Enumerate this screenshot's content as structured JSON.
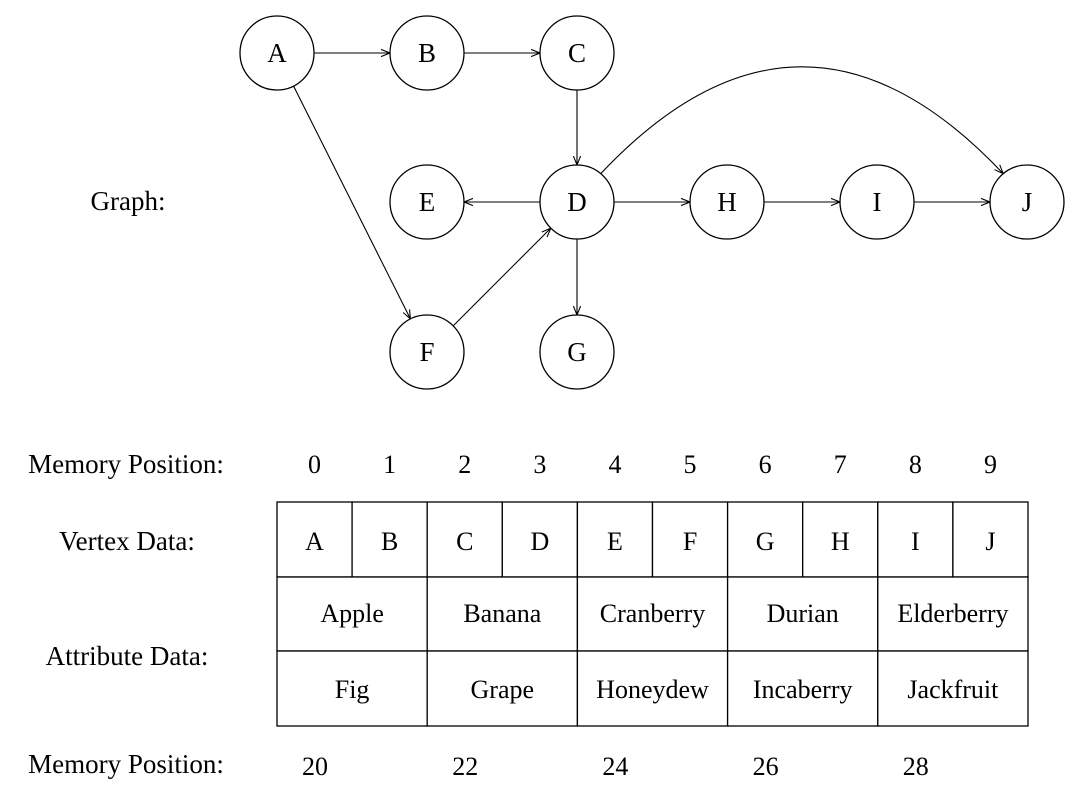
{
  "graph": {
    "label": "Graph:",
    "nodes": [
      "A",
      "B",
      "C",
      "D",
      "E",
      "F",
      "G",
      "H",
      "I",
      "J"
    ],
    "edges": [
      {
        "from": "A",
        "to": "B"
      },
      {
        "from": "B",
        "to": "C"
      },
      {
        "from": "C",
        "to": "D"
      },
      {
        "from": "A",
        "to": "F"
      },
      {
        "from": "F",
        "to": "D"
      },
      {
        "from": "D",
        "to": "E"
      },
      {
        "from": "D",
        "to": "G"
      },
      {
        "from": "D",
        "to": "H"
      },
      {
        "from": "H",
        "to": "I"
      },
      {
        "from": "I",
        "to": "J"
      },
      {
        "from": "D",
        "to": "J"
      }
    ]
  },
  "memory": {
    "top_label": "Memory Position:",
    "top_positions": [
      "0",
      "1",
      "2",
      "3",
      "4",
      "5",
      "6",
      "7",
      "8",
      "9"
    ],
    "vertex_label": "Vertex Data:",
    "vertex_values": [
      "A",
      "B",
      "C",
      "D",
      "E",
      "F",
      "G",
      "H",
      "I",
      "J"
    ],
    "attribute_label": "Attribute Data:",
    "attribute_row1": [
      "Apple",
      "Banana",
      "Cranberry",
      "Durian",
      "Elderberry"
    ],
    "attribute_row2": [
      "Fig",
      "Grape",
      "Honeydew",
      "Incaberry",
      "Jackfruit"
    ],
    "bottom_label": "Memory Position:",
    "bottom_positions": [
      "20",
      "22",
      "24",
      "26",
      "28"
    ]
  }
}
